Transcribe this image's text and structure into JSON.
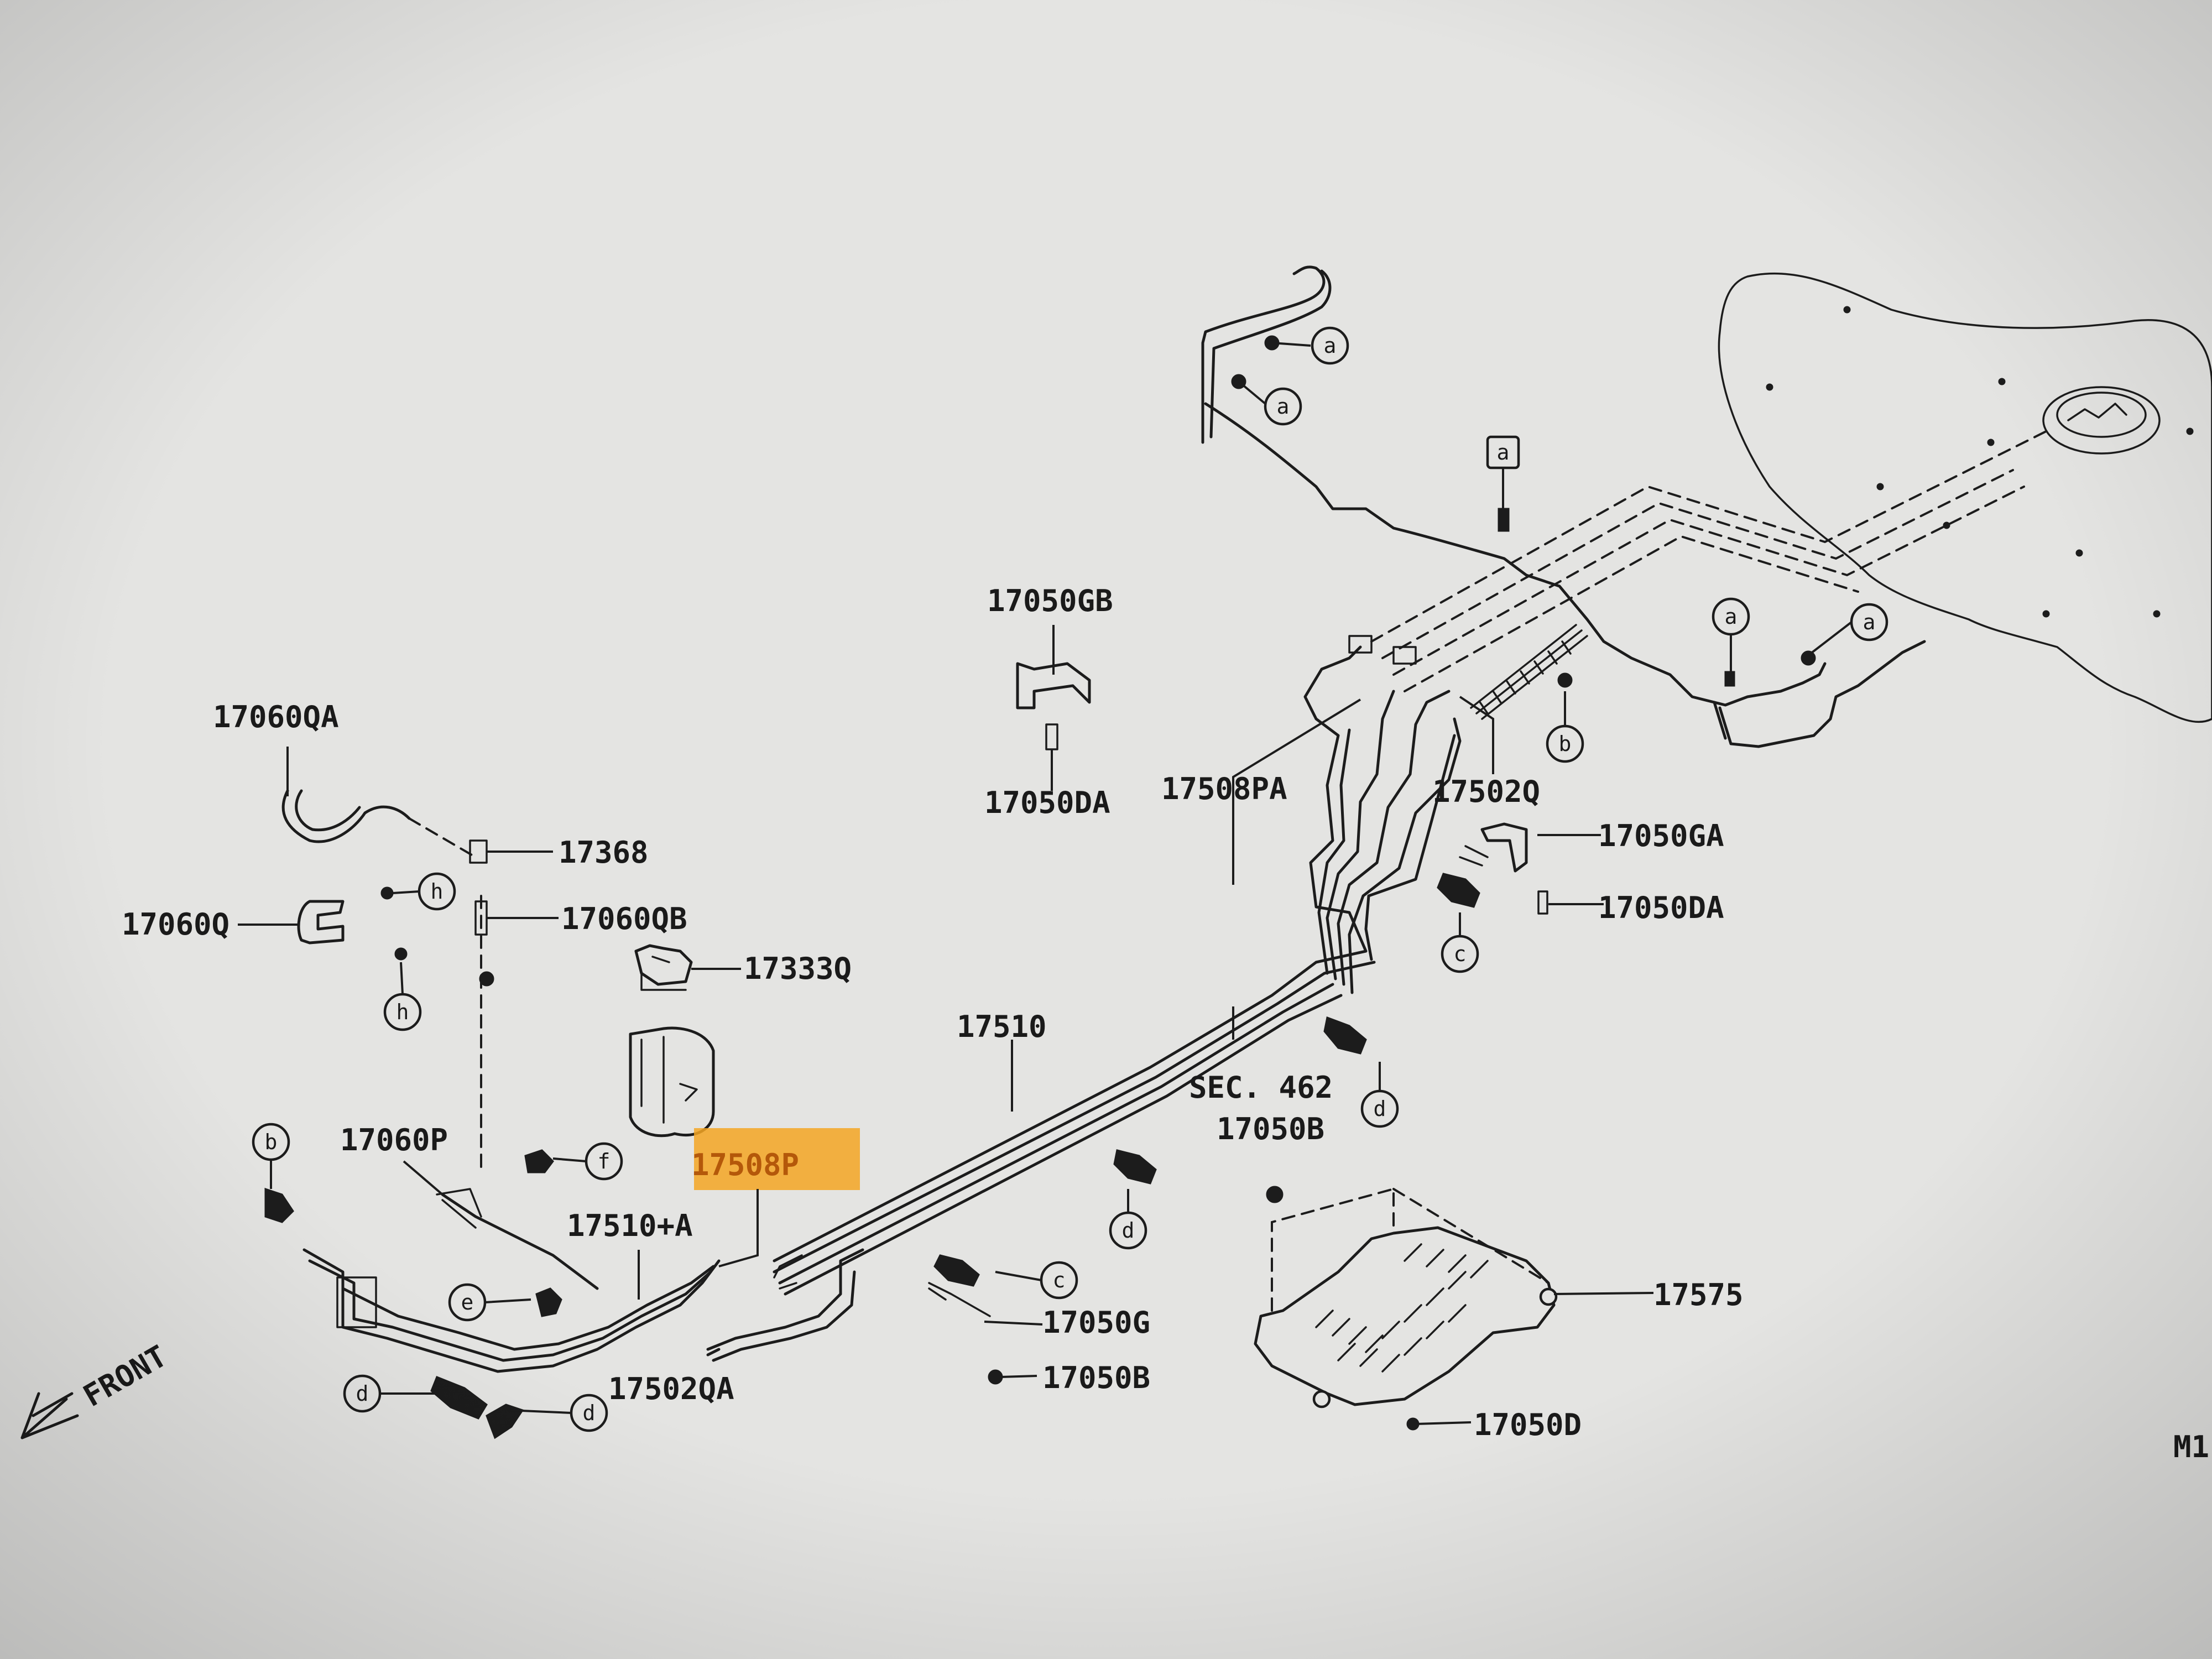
{
  "parts": {
    "p17060qa": "17060QA",
    "p17368": "17368",
    "p17060q": "17060Q",
    "p17060qb": "17060QB",
    "p17333q": "17333Q",
    "p17060p": "17060P",
    "p17510a": "17510+A",
    "p17502qa": "17502QA",
    "p17508p": "17508P",
    "p17510": "17510",
    "p17050gb": "17050GB",
    "p17050da_top": "17050DA",
    "p17508pa": "17508PA",
    "p17502q": "17502Q",
    "p17050ga": "17050GA",
    "p17050da_right": "17050DA",
    "sec462": "SEC. 462",
    "p17050b_top": "17050B",
    "p17050g": "17050G",
    "p17050b_bottom": "17050B",
    "p17575": "17575",
    "p17050d": "17050D"
  },
  "front_label": "FRONT",
  "corner_code": "M1",
  "refs": {
    "a": "a",
    "b": "b",
    "c": "c",
    "d": "d",
    "e": "e",
    "f": "f",
    "h": "h"
  },
  "highlight": {
    "part": "17508P",
    "color": "#f5a623"
  }
}
